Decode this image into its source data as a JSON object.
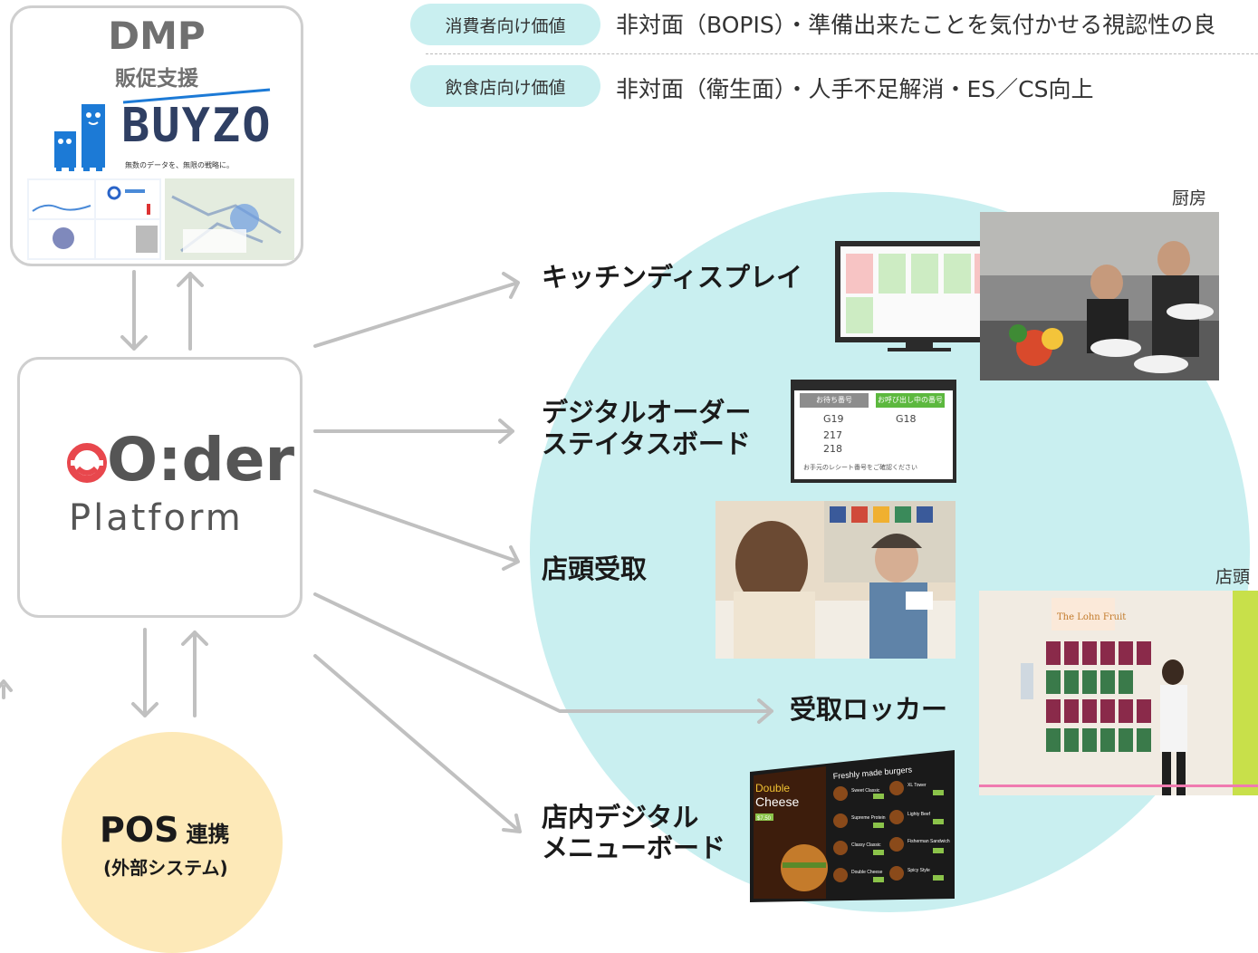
{
  "values": {
    "consumer": {
      "pill": "消費者向け価値",
      "text": "非対面（BOPIS）・準備出来たことを気付かせる視認性の良"
    },
    "restaurant": {
      "pill": "飲食店向け価値",
      "text": "非対面（衛生面）・人手不足解消・ES／CS向上"
    }
  },
  "dmp": {
    "title": "DMP",
    "subtitle": "販促支援",
    "logo": "BUYZO",
    "tagline": "無数のデータを、無限の戦略に。"
  },
  "platform": {
    "logo": "O:der",
    "name": "Platform"
  },
  "pos": {
    "title": "POS",
    "title_suffix": "連携",
    "subtitle": "(外部システム)"
  },
  "services": {
    "kitchen_display": "キッチンディスプレイ",
    "status_board_line1": "デジタルオーダー",
    "status_board_line2": "ステイタスボード",
    "store_pickup": "店頭受取",
    "locker": "受取ロッカー",
    "menu_board_line1": "店内デジタル",
    "menu_board_line2": "メニューボード"
  },
  "labels": {
    "kitchen": "厨房",
    "storefront": "店頭"
  },
  "status_board": {
    "col_waiting": "お待ち番号",
    "col_calling": "お呼び出し中の番号",
    "waiting": [
      "G19",
      "217",
      "218"
    ],
    "calling": [
      "G18"
    ],
    "footer": "お手元のレシート番号をご確認ください"
  },
  "menu_board": {
    "promo_line1": "Double",
    "promo_line2": "Cheese",
    "price": "$7.50",
    "heading": "Freshly made burgers",
    "items": [
      "Sweet Classic",
      "XL Tower",
      "Supreme Protein",
      "Lighty Beef",
      "Classy Classic",
      "Fisherman Sandwich",
      "Double Cheese",
      "Spicy Style"
    ]
  },
  "locker_sign": "The Lohn Fruit",
  "colors": {
    "accent_teal": "#c9eff0",
    "pos_fill": "#fde9b8",
    "arrow": "#c0c0c0",
    "logo_red": "#e8474d",
    "logo_gray": "#555555",
    "buyzo_blue": "#1c7ad6"
  }
}
